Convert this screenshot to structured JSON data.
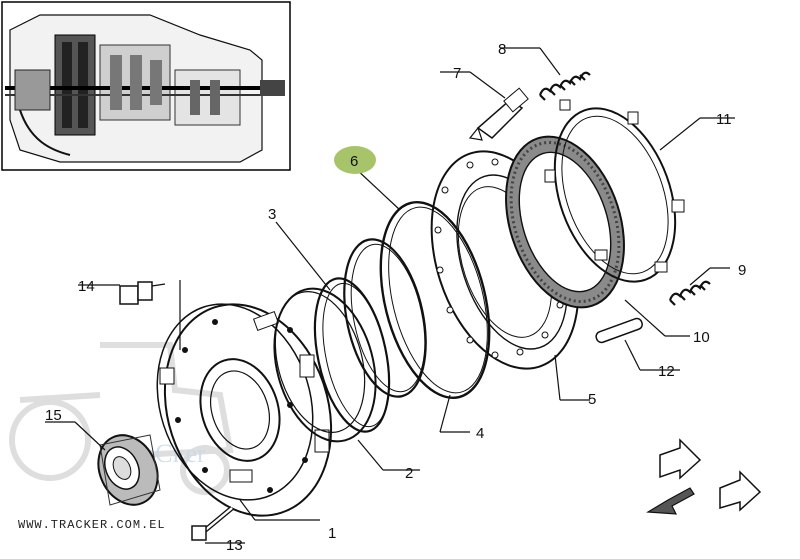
{
  "watermark": "WWW.TRACKER.COM.EL",
  "logo_text": "TraCker",
  "highlight_color": "#a8c46a",
  "callouts": [
    {
      "id": "1",
      "text": "1"
    },
    {
      "id": "2",
      "text": "2"
    },
    {
      "id": "3",
      "text": "3"
    },
    {
      "id": "4",
      "text": "4"
    },
    {
      "id": "5",
      "text": "5"
    },
    {
      "id": "6",
      "text": "6",
      "highlighted": true
    },
    {
      "id": "7",
      "text": "7"
    },
    {
      "id": "8",
      "text": "8"
    },
    {
      "id": "9",
      "text": "9"
    },
    {
      "id": "10",
      "text": "10"
    },
    {
      "id": "11",
      "text": "11"
    },
    {
      "id": "12",
      "text": "12"
    },
    {
      "id": "13",
      "text": "13"
    },
    {
      "id": "14",
      "text": "14"
    },
    {
      "id": "15",
      "text": "15"
    }
  ],
  "icons": [
    "transmission-cutaway-icon",
    "tractor-watermark-icon",
    "view-arrows-icon"
  ]
}
